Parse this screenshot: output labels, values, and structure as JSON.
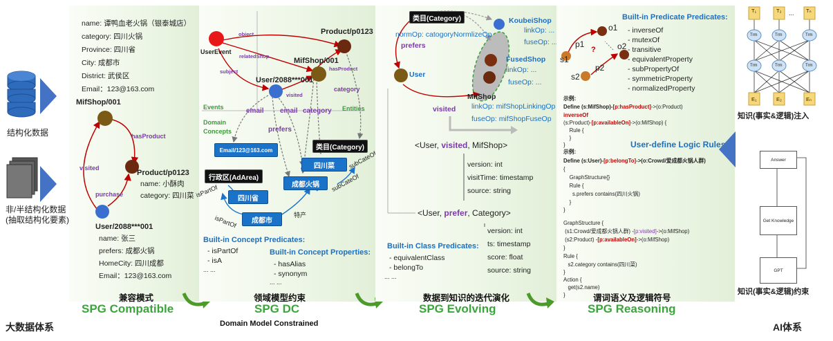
{
  "left": {
    "structured_label": "结构化数据",
    "unstructured_label_1": "非/半结构化数据",
    "unstructured_label_2": "(抽取结构化要素)",
    "bottom_label": "大数据体系"
  },
  "right": {
    "inject_label": "知识(事实&逻辑)注入",
    "constrain_label": "知识(事实&逻辑)约束",
    "bottom_label": "AI体系",
    "box_answer": "Answer",
    "box_get_knowledge": "Get Knowledge",
    "box_gpt": "GPT",
    "t1": "T₁",
    "t2": "T₂",
    "tn": "Tₙ",
    "trm": "Trm",
    "e1": "E₁",
    "e2": "E₂",
    "en": "Eₙ",
    "dots": "..."
  },
  "panel1": {
    "fields": [
      "name: 谭鸭血老火锅（银泰城店）",
      "category: 四川火锅",
      "Province: 四川省",
      "City: 成都市",
      "District: 武侯区",
      "Email：123@163.com"
    ],
    "mifshop": "MifShop/001",
    "product": "Product/p0123",
    "product_fields": [
      "name: 小酥肉",
      "category: 四川菜"
    ],
    "has_product": "hasProduct",
    "visited": "visited",
    "purchase": "purchase",
    "user": "User/2088***001",
    "user_fields": [
      "name: 张三",
      "prefers: 成都火锅",
      "HomeCity: 四川成都",
      "Email：123@163.com"
    ],
    "cap_cn": "兼容模式",
    "cap_en": "SPG Compatible"
  },
  "panel2": {
    "product": "Product/p0123",
    "user_event": "UserEvent",
    "object": "object",
    "related_shop": "relatedShop",
    "subject": "subject",
    "mifshop": "MifShop/001",
    "has_product": "hasProduct",
    "user": "User/2088***001",
    "visited": "visited",
    "category": "category",
    "events": "Events",
    "entities": "Entities",
    "domain_concepts_1": "Domain",
    "domain_concepts_2": "Concepts",
    "email": "email",
    "email2": "email",
    "category2": "category",
    "prefers": "prefers",
    "email_box": "Email/123@163.com",
    "category_box": "类目(Category)",
    "sichuan_cai": "四川菜",
    "adarea": "行政区(AdArea)",
    "chengdu_hotpot": "成都火锅",
    "sub_cate_of_1": "subCateOf",
    "sub_cate_of_2": "subCateOf",
    "sichuan_prov": "四川省",
    "is_part_of_1": "isPartOf",
    "is_part_of_2": "isPartOf",
    "chengdu_city": "成都市",
    "techan": "特产",
    "concept_pred_title": "Built-in Concept Predicates:",
    "concept_preds": [
      "- isPartOf",
      "- isA",
      "... ..."
    ],
    "concept_prop_title": "Built-in Concept Properties:",
    "concept_props": [
      "- hasAlias",
      "- synonym",
      "... ..."
    ],
    "cap_cn": "领域模型约束",
    "cap_en": "SPG DC",
    "cap_sub": "Domain Model Constrained"
  },
  "panel3": {
    "category_box": "类目(Category)",
    "norm_op": "normOp: catogoryNormlizeOp",
    "koubei": "KoubeiShop",
    "link_op1": "linkOp: ...",
    "fuse_op1": "fuseOp: ...",
    "prefers": "prefers",
    "user": "User",
    "fused_shop": "FusedShop",
    "link_op2": "linkOp: ...",
    "fuse_op2": "fuseOp: ...",
    "mifshop": "MifShop",
    "visited": "visited",
    "link_op3": "linkOp: mifShopLinkingOp",
    "fuse_op3": "fuseOp: mifShopFuseOp",
    "triple1_a": "<User, ",
    "triple1_b": "visited",
    "triple1_c": ", MifShop>",
    "t1_props": [
      "version: int",
      "visitTime: timestamp",
      "source: string"
    ],
    "triple2_a": "<User, ",
    "triple2_b": "prefer",
    "triple2_c": ", Category>",
    "t2_props": [
      "version: int",
      "ts: timestamp",
      "score: float",
      "source: string"
    ],
    "class_pred_title": "Built-in Class Predicates:",
    "class_preds": [
      "- equivalentClass",
      "- belongTo",
      "... ..."
    ],
    "cap_cn": "数据到知识的迭代演化",
    "cap_en": "SPG Evolving"
  },
  "panel4": {
    "o1": "o1",
    "o2": "o2",
    "p1": "p1",
    "p2": "p2",
    "s1": "s1",
    "s2": "s2",
    "q": "?",
    "pred_title": "Built-in Predicate Predicates:",
    "preds": [
      "- inverseOf",
      "- mutexOf",
      "- transitive",
      "- equivalentProperty",
      "- subPropertyOf",
      "- symmetricProperty",
      "- normalizedProperty"
    ],
    "example1": "示例:",
    "define1_a": "Define (s:MifShop)-",
    "define1_b": "[p:hasProduct]",
    "define1_c": "->(o:Product)",
    "inverse_of": "inverseOf",
    "define1_line2_a": "(s:Product)-",
    "define1_line2_b": "[p:availableOn]",
    "define1_line2_c": "->(o:MifShop) {",
    "rule_open": "    Rule {",
    "rule_close": "    }",
    "brace_close": "}",
    "user_define": "User-define Logic Rules:",
    "example2": "示例:",
    "define2_a": "Define (s:User)-",
    "define2_b": "[p:belongTo]",
    "define2_c": "->(o:Crowd/爱成都火锅人群)",
    "brace_open": "{",
    "gs_empty": "    GraphStructure{}",
    "rule_open2": "    Rule {",
    "prefers_contains": "      s.prefers contains(四川火锅)",
    "rule_close2": "    }",
    "brace_close2": "}",
    "gs_open": "GraphStructure {",
    "gs_line1_a": " (s1:Crowd/爱成都火锅人群) -",
    "gs_line1_b": "[p:visited]",
    "gs_line1_c": "->(o:MifShop)",
    "gs_line2_a": " (s2:Product) -",
    "gs_line2_b": "[p:availableOn]",
    "gs_line2_c": "->(o:MifShop)",
    "gs_close": "}",
    "rule_open3": "Rule {",
    "cat_contains": "   s2.category contains(四川菜)",
    "rule_close3": "}",
    "action_open": "Action {",
    "get_name": "   get(s2.name)",
    "action_close": "}",
    "cap_cn": "谓词语义及逻辑符号",
    "cap_en": "SPG Reasoning"
  },
  "colors": {
    "green_caption": "#3aa63a",
    "purple_label": "#7a3aa8",
    "blue_label": "#1f6fbf",
    "red_keyword": "#c00000",
    "arrow_blue": "#4472c4"
  }
}
